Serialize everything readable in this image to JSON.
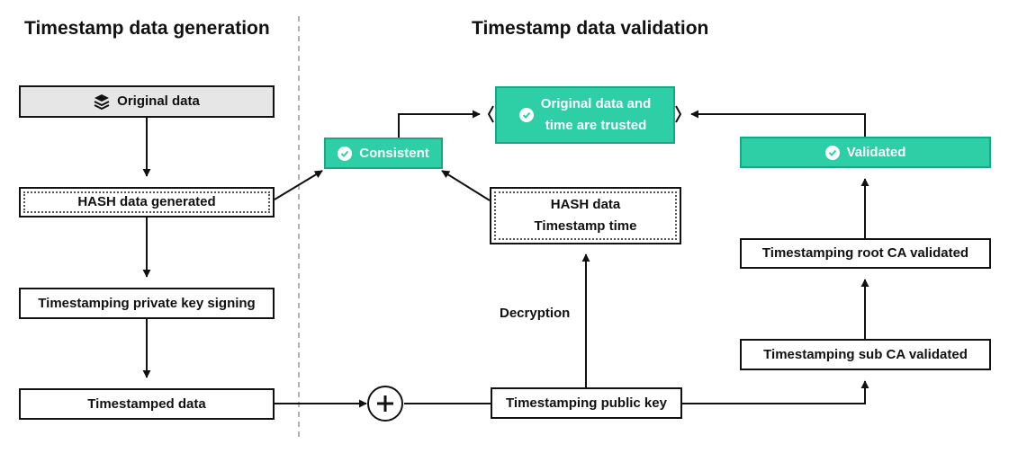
{
  "headings": {
    "generation": "Timestamp data generation",
    "validation": "Timestamp data validation"
  },
  "generation": {
    "original_data": "Original data",
    "hash_generated": "HASH data generated",
    "private_key_signing": "Timestamping private key signing",
    "timestamped_data": "Timestamped data"
  },
  "validation": {
    "trusted_line1": "Original data and",
    "trusted_line2": "time are trusted",
    "consistent": "Consistent",
    "validated": "Validated",
    "hash_data": "HASH data",
    "timestamp_time": "Timestamp time",
    "root_ca": "Timestamping root CA validated",
    "sub_ca": "Timestamping sub CA validated",
    "public_key": "Timestamping public key",
    "decryption": "Decryption"
  },
  "colors": {
    "accent": "#2ecfa6",
    "accent_border": "#1aa884",
    "gray_box": "#e6e6e6",
    "divider": "#999999"
  },
  "icons": {
    "layers": "layers-icon",
    "check": "check-circle-icon",
    "plus": "plus-circle-icon"
  }
}
